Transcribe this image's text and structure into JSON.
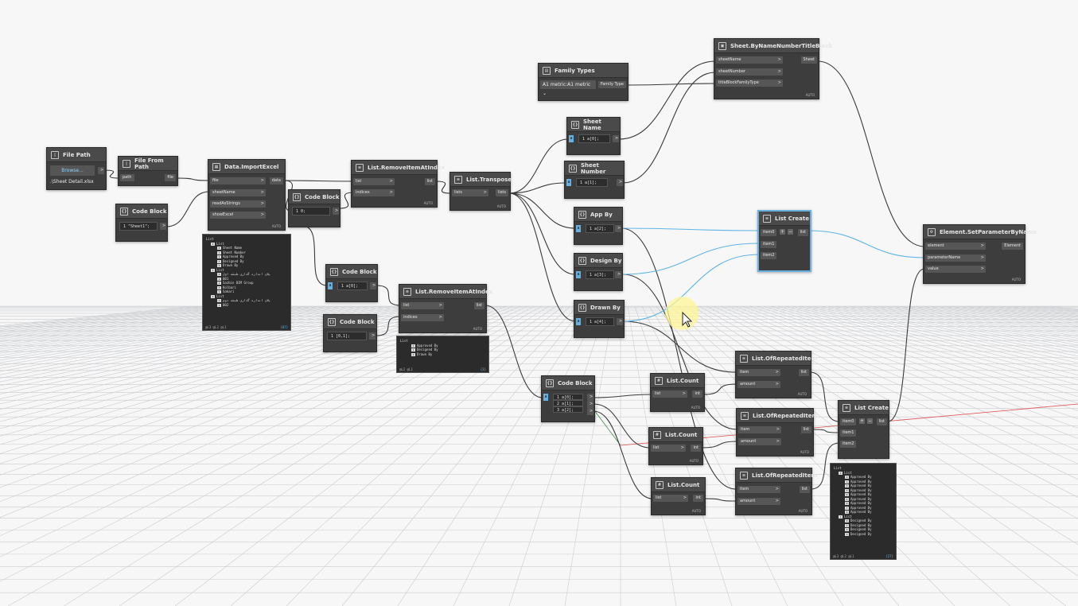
{
  "nodes": {
    "file_path": {
      "title": "File Path",
      "browse": "Browse...",
      "value": ".\\Sheet Detail.xlsx"
    },
    "file_from_path": {
      "title": "File From Path",
      "in": [
        "path"
      ],
      "out": "file"
    },
    "code_block_sheet": {
      "title": "Code Block",
      "code": "1 \"Sheet1\";"
    },
    "import_excel": {
      "title": "Data.ImportExcel",
      "in": [
        "file",
        "sheetName",
        "readAsStrings",
        "showExcel"
      ],
      "out": "data",
      "auto": "AUTO"
    },
    "code_block_idx0": {
      "title": "Code Block",
      "code": "1 0;"
    },
    "remove_item_1": {
      "title": "List.RemoveItemAtIndex",
      "in": [
        "list",
        "indices"
      ],
      "out": "list",
      "auto": "AUTO"
    },
    "transpose": {
      "title": "List.Transpose",
      "in": [
        "lists"
      ],
      "out": "lists",
      "auto": "AUTO"
    },
    "code_block_mid1": {
      "title": "Code Block",
      "code": "1 a[0];"
    },
    "code_block_mid2": {
      "title": "Code Block",
      "code": "1 [0,1];"
    },
    "remove_item_2": {
      "title": "List.RemoveItemAtIndex",
      "in": [
        "list",
        "indices"
      ],
      "out": "list",
      "auto": "AUTO"
    },
    "family_types": {
      "title": "Family Types",
      "selected": "A1 metric:A1 metric",
      "out": "Family Type"
    },
    "sheet_by_name": {
      "title": "Sheet.ByNameNumberTitleBlock",
      "in": [
        "sheetName",
        "sheetNumber",
        "titleBlockFamilyType"
      ],
      "out": "Sheet",
      "auto": "AUTO"
    },
    "sheet_name": {
      "title": "Sheet Name",
      "code": "1 a[0];"
    },
    "sheet_number": {
      "title": "Sheet Number",
      "code": "1 a[1];"
    },
    "app_by": {
      "title": "App By",
      "code": "1 a[2];"
    },
    "design_by": {
      "title": "Design By",
      "code": "1 a[3];"
    },
    "drawn_by": {
      "title": "Drawn By",
      "code": "1 a[4];"
    },
    "list_create_1": {
      "title": "List Create",
      "in": [
        "item0",
        "item1",
        "item2"
      ],
      "out": "list"
    },
    "set_param": {
      "title": "Element.SetParameterByName",
      "in": [
        "element",
        "parameterName",
        "value"
      ],
      "out": "Element",
      "auto": "AUTO"
    },
    "code_block_counts": {
      "title": "Code Block",
      "code": [
        "1 a[0];",
        "2 a[1];",
        "3 a[2];"
      ]
    },
    "list_count_1": {
      "title": "List.Count",
      "in": [
        "list"
      ],
      "out": "int",
      "auto": "AUTO"
    },
    "list_count_2": {
      "title": "List.Count",
      "in": [
        "list"
      ],
      "out": "int",
      "auto": "AUTO"
    },
    "list_count_3": {
      "title": "List.Count",
      "in": [
        "list"
      ],
      "out": "int",
      "auto": "AUTO"
    },
    "repeated_1": {
      "title": "List.OfRepeatedItem",
      "in": [
        "item",
        "amount"
      ],
      "out": "list",
      "auto": "AUTO"
    },
    "repeated_2": {
      "title": "List.OfRepeatedItem",
      "in": [
        "item",
        "amount"
      ],
      "out": "list",
      "auto": "AUTO"
    },
    "repeated_3": {
      "title": "List.OfRepeatedItem",
      "in": [
        "item",
        "amount"
      ],
      "out": "list",
      "auto": "AUTO"
    },
    "list_create_2": {
      "title": "List Create",
      "in": [
        "item0",
        "item1",
        "item2"
      ],
      "out": "list"
    }
  },
  "watch_import": {
    "lines": [
      "List",
      "0 List",
      "0 Sheet Name",
      "1 Sheet Number",
      "2 Approved By",
      "3 Designed By",
      "4 Drawn By",
      "1 List",
      "0 پلان اندازه گذاری طبقه اول",
      "1 001",
      "2 Sazbin BIM Group",
      "3 Kolbari",
      "4 Sakari",
      "2 List",
      "0 پلان اندازه گذاری طبقه دوم",
      "1 002"
    ],
    "footer_left": "@L3 @L2 @L1",
    "footer_right": "{87}"
  },
  "watch_remove": {
    "lines": [
      "List",
      "0 Approved By",
      "1 Designed By",
      "2 Drawn By"
    ],
    "footer_left": "@L2 @L1",
    "footer_right": "{3}"
  },
  "watch_final": {
    "lines": [
      "List",
      "0 List",
      "0 Approved By",
      "1 Approved By",
      "2 Approved By",
      "3 Approved By",
      "4 Approved By",
      "5 Approved By",
      "6 Approved By",
      "7 Approved By",
      "8 Approved By",
      "1 List",
      "0 Designed By",
      "1 Designed By",
      "2 Designed By",
      "3 Designed By"
    ],
    "footer_left": "@L3 @L2 @L1",
    "footer_right": "{27}"
  }
}
